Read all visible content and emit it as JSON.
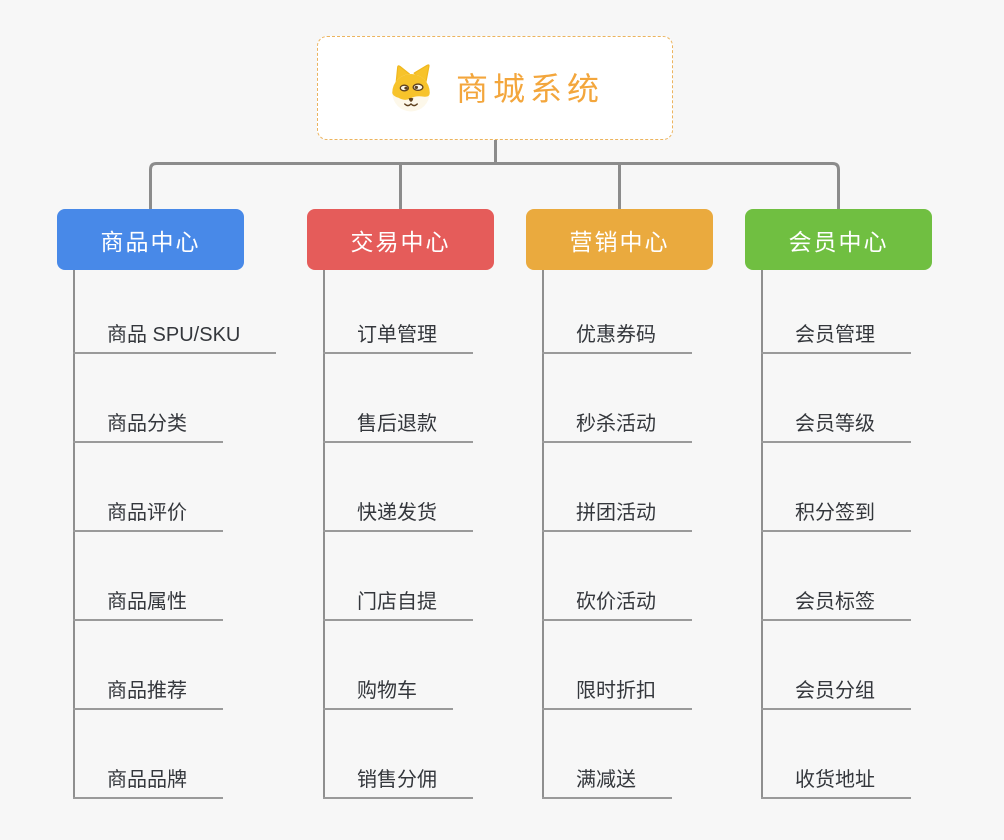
{
  "root": {
    "title": "商城系统",
    "icon": "shiba-dog-icon"
  },
  "branches": [
    {
      "label": "商品中心",
      "color": "#4889e8",
      "children": [
        "商品 SPU/SKU",
        "商品分类",
        "商品评价",
        "商品属性",
        "商品推荐",
        "商品品牌"
      ]
    },
    {
      "label": "交易中心",
      "color": "#e55c5a",
      "children": [
        "订单管理",
        "售后退款",
        "快递发货",
        "门店自提",
        "购物车",
        "销售分佣"
      ]
    },
    {
      "label": "营销中心",
      "color": "#eaaa3e",
      "children": [
        "优惠券码",
        "秒杀活动",
        "拼团活动",
        "砍价活动",
        "限时折扣",
        "满减送"
      ]
    },
    {
      "label": "会员中心",
      "color": "#70bf41",
      "children": [
        "会员管理",
        "会员等级",
        "积分签到",
        "会员标签",
        "会员分组",
        "收货地址"
      ]
    }
  ],
  "colors": {
    "background": "#f7f7f7",
    "root_accent": "#f3a63c",
    "root_border": "#ecb45e",
    "connector": "#8c8c8c",
    "child_line": "#9a9a9a",
    "child_text": "#34373c"
  }
}
